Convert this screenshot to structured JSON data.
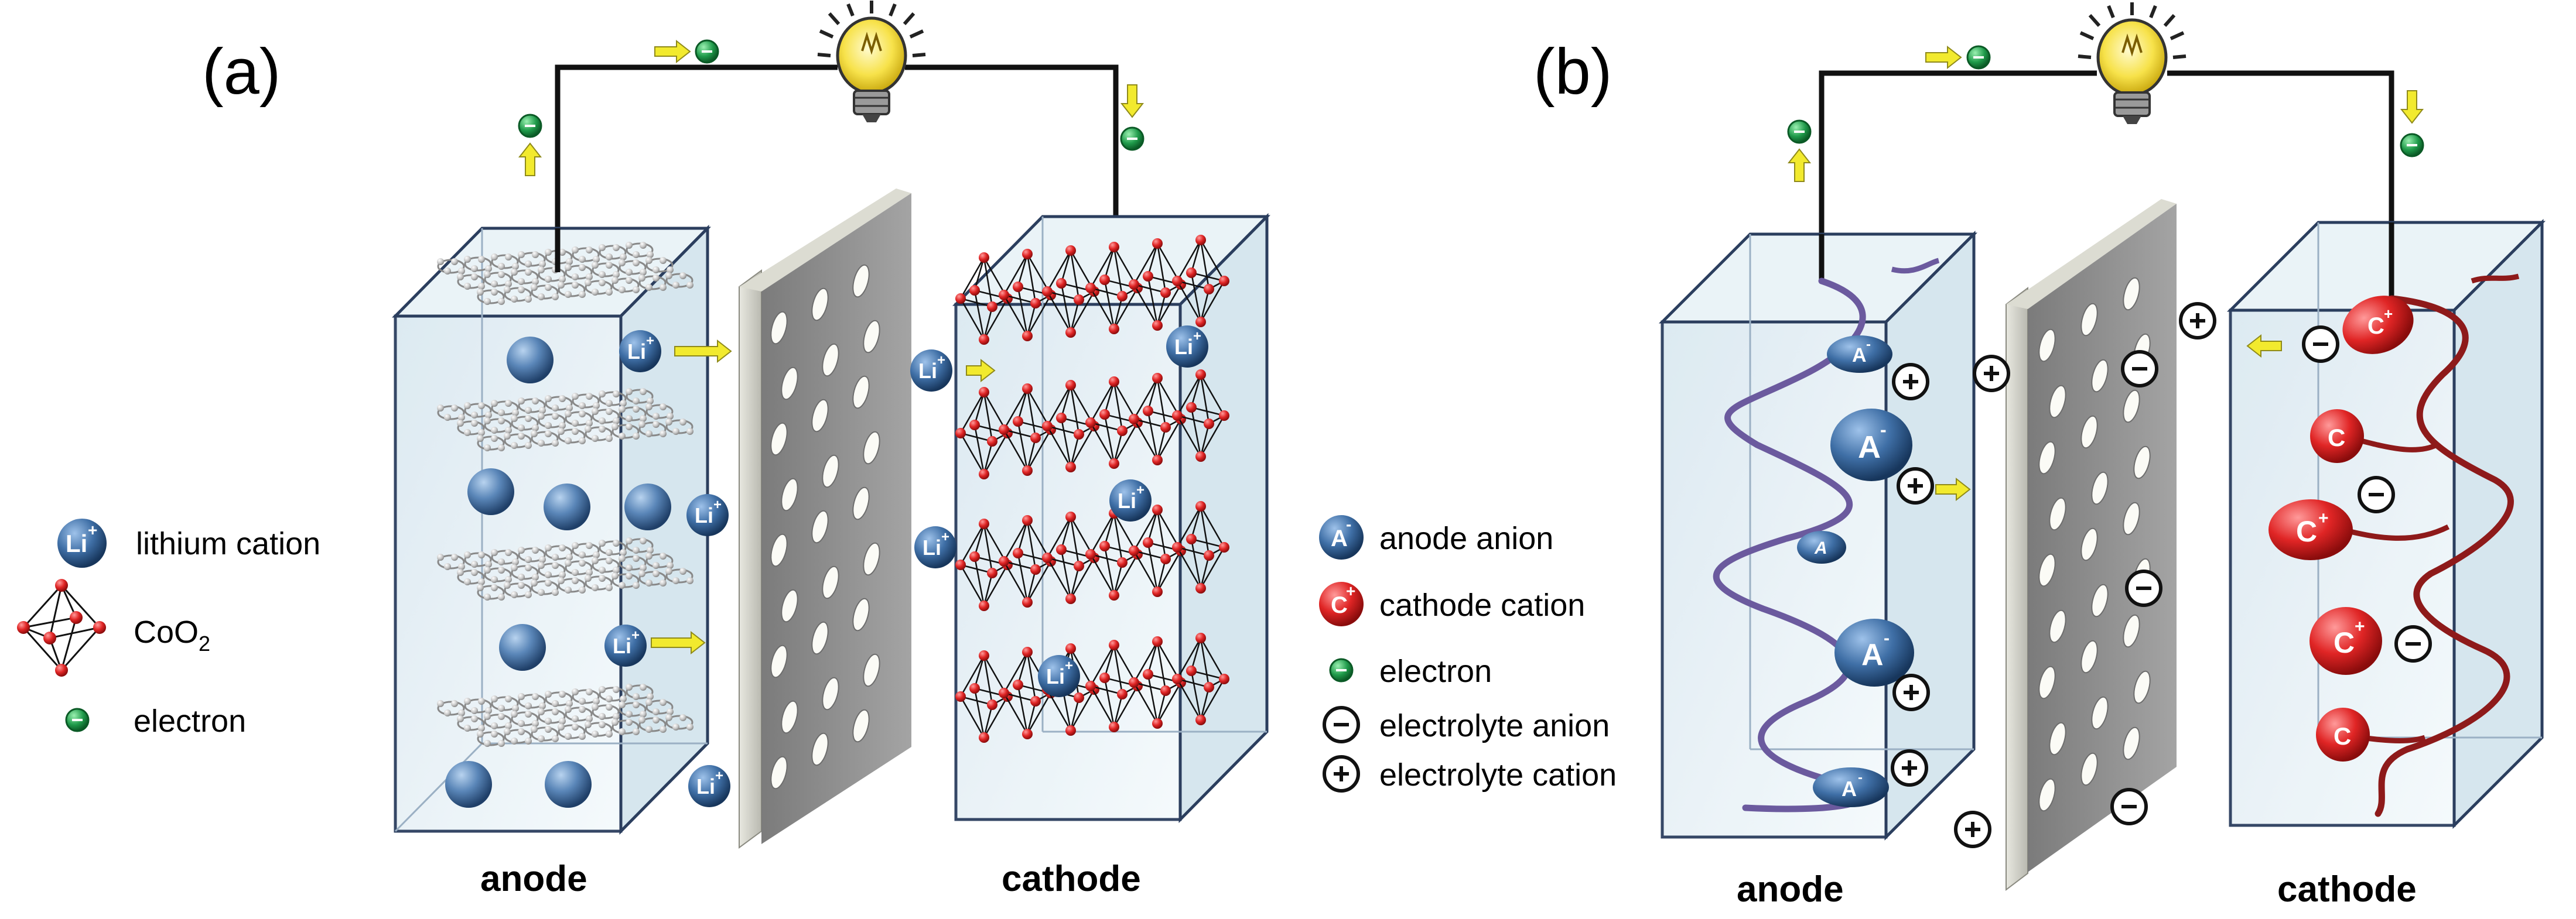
{
  "panel_a": {
    "label": "(a)",
    "anode_label": "anode",
    "cathode_label": "cathode",
    "ion_text": "Li",
    "ion_sup": "+",
    "legend": [
      {
        "icon": "lithium-cation-icon",
        "text": "lithium cation"
      },
      {
        "icon": "coo2-octahedron-icon",
        "text": "CoO",
        "sub": "2"
      },
      {
        "icon": "electron-icon",
        "text": "electron"
      }
    ]
  },
  "panel_b": {
    "label": "(b)",
    "anode_label": "anode",
    "cathode_label": "cathode",
    "anion_text": "A",
    "anion_sup": "-",
    "cation_text": "C",
    "cation_sup": "+",
    "legend": [
      {
        "icon": "anode-anion-icon",
        "text": "anode anion"
      },
      {
        "icon": "cathode-cation-icon",
        "text": "cathode cation"
      },
      {
        "icon": "electron-icon",
        "text": "electron"
      },
      {
        "icon": "electrolyte-anion-icon",
        "text": "electrolyte anion"
      },
      {
        "icon": "electrolyte-cation-icon",
        "text": "electrolyte cation"
      }
    ]
  },
  "colors": {
    "ion_blue": "#2e5f95",
    "electron_green": "#1f9a4a",
    "cation_red": "#d41f1f",
    "arrow_yellow": "#f2ea2e",
    "separator_grey": "#8e8e8e",
    "box_edge": "#2b3e5e",
    "polymer_purple": "#6b5a9e",
    "polymer_red": "#8e1a1a"
  }
}
